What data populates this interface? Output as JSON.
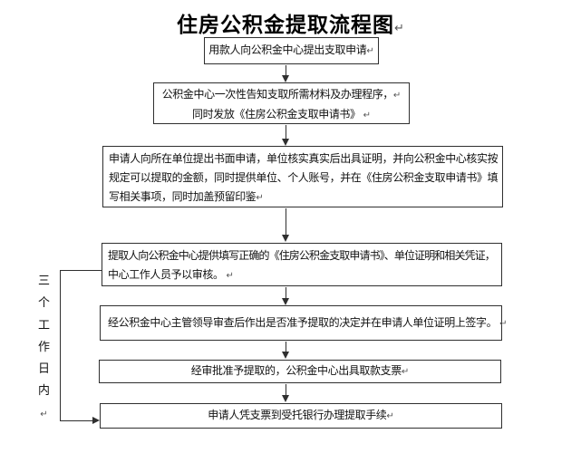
{
  "page": {
    "background": "#ffffff",
    "line_color": "#2f2f2f",
    "text_color": "#111111",
    "paragraph_mark": "↵"
  },
  "title": {
    "text": "住房公积金提取流程图"
  },
  "side_label": {
    "text": "三个工作日内"
  },
  "boxes": [
    {
      "name": "step-1-apply",
      "lines": [
        "用款人向公积金中心提出支取申请"
      ]
    },
    {
      "name": "step-2-center-notify",
      "lines": [
        "公积金中心一次性告知支取所需材料及办理程序，",
        "同时发放《住房公积金支取申请书》"
      ]
    },
    {
      "name": "step-3-unit-verify",
      "lines": [
        "申请人向所在单位提出书面申请，单位核实真实后出具证明，并向公积金中心核实按",
        "规定可以提取的金额，同时提供单位、个人账号，并在《住房公积金支取申请书》填",
        "写相关事项，同时加盖预留印鉴"
      ]
    },
    {
      "name": "step-4-center-review",
      "lines": [
        "提取人向公积金中心提供填写正确的《住房公积金支取申请书》、单位证明和相关凭证，",
        "中心工作人员予以审核。"
      ]
    },
    {
      "name": "step-5-leader-decision",
      "lines": [
        "经公积金中心主管领导审查后作出是否准予提取的决定并在申请人单位证明上签字。"
      ]
    },
    {
      "name": "step-6-issue-check",
      "lines": [
        "经审批准予提取的，公积金中心出具取款支票"
      ]
    },
    {
      "name": "step-7-bank-withdraw",
      "lines": [
        "申请人凭支票到受托银行办理提取手续"
      ]
    }
  ]
}
